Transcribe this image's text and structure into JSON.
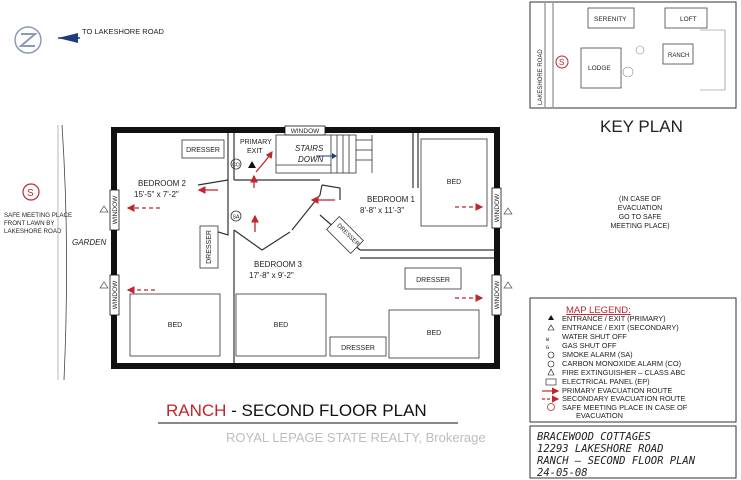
{
  "north_note": "TO LAKESHORE ROAD",
  "key_plan": {
    "title": "KEY PLAN",
    "road": "LAKESHORE ROAD",
    "buildings": [
      "SERENITY",
      "LOFT",
      "LODGE",
      "RANCH"
    ],
    "note": [
      "(IN CASE OF",
      "EVACUATION",
      "GO TO SAFE",
      "MEETING PLACE)"
    ]
  },
  "safe_meeting": [
    "SAFE MEETING PLACE",
    "FRONT LAWN BY",
    "LAKESHORE ROAD"
  ],
  "garden": "GARDEN",
  "rooms": {
    "bedroom2": {
      "name": "BEDROOM 2",
      "size": "15'-5\" x 7'-2\""
    },
    "bedroom1": {
      "name": "BEDROOM 1",
      "size": "8'-8\" x 11'-3\""
    },
    "bedroom3": {
      "name": "BEDROOM 3",
      "size": "17'-8\" x 9'-2\""
    }
  },
  "labels": {
    "window": "WINDOW",
    "dresser": "DRESSER",
    "bed": "BED",
    "primary_exit": [
      "PRIMARY",
      "EXIT"
    ],
    "stairs": [
      "STAIRS",
      "DOWN"
    ],
    "co": "CO",
    "sa": "SA"
  },
  "legend": {
    "title": "MAP LEGEND:",
    "items": [
      "ENTRANCE / EXIT (PRIMARY)",
      "ENTRANCE / EXIT (SECONDARY)",
      "WATER SHUT OFF",
      "GAS SHUT OFF",
      "SMOKE ALARM (SA)",
      "CARBON MONOXIDE ALARM (CO)",
      "FIRE EXTINGUISHER – CLASS ABC",
      "ELECTRICAL PANEL (EP)",
      "PRIMARY EVACUATION ROUTE",
      "SECONDARY EVACUATION ROUTE",
      "SAFE MEETING PLACE IN CASE OF",
      "EVACUATION"
    ]
  },
  "plan_title": {
    "accent": "RANCH",
    "rest": " - SECOND FLOOR PLAN"
  },
  "watermark": "ROYAL LEPAGE STATE REALTY, Brokerage",
  "title_block": [
    "BRACEWOOD COTTAGES",
    "12293 LAKESHORE ROAD",
    "RANCH – SECOND FLOOR PLAN",
    "24-05-08"
  ],
  "colors": {
    "accent": "#c0262c",
    "wall": "#111111",
    "north": "#1f3d7a"
  }
}
